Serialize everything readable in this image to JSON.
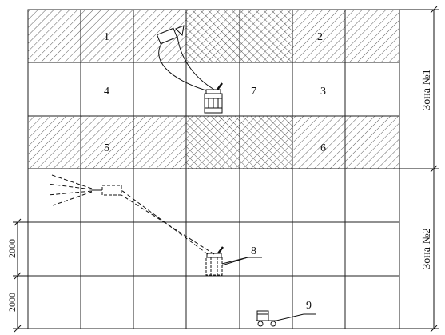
{
  "cells": {
    "c1": "1",
    "c2": "2",
    "c3": "3",
    "c4": "4",
    "c5": "5",
    "c6": "6",
    "c7": "7",
    "c8": "8",
    "c9": "9"
  },
  "zones": {
    "zone1": "Зона №1",
    "zone2": "Зона №2"
  },
  "dimensions": {
    "dim_upper": "2000",
    "dim_lower": "2000"
  }
}
